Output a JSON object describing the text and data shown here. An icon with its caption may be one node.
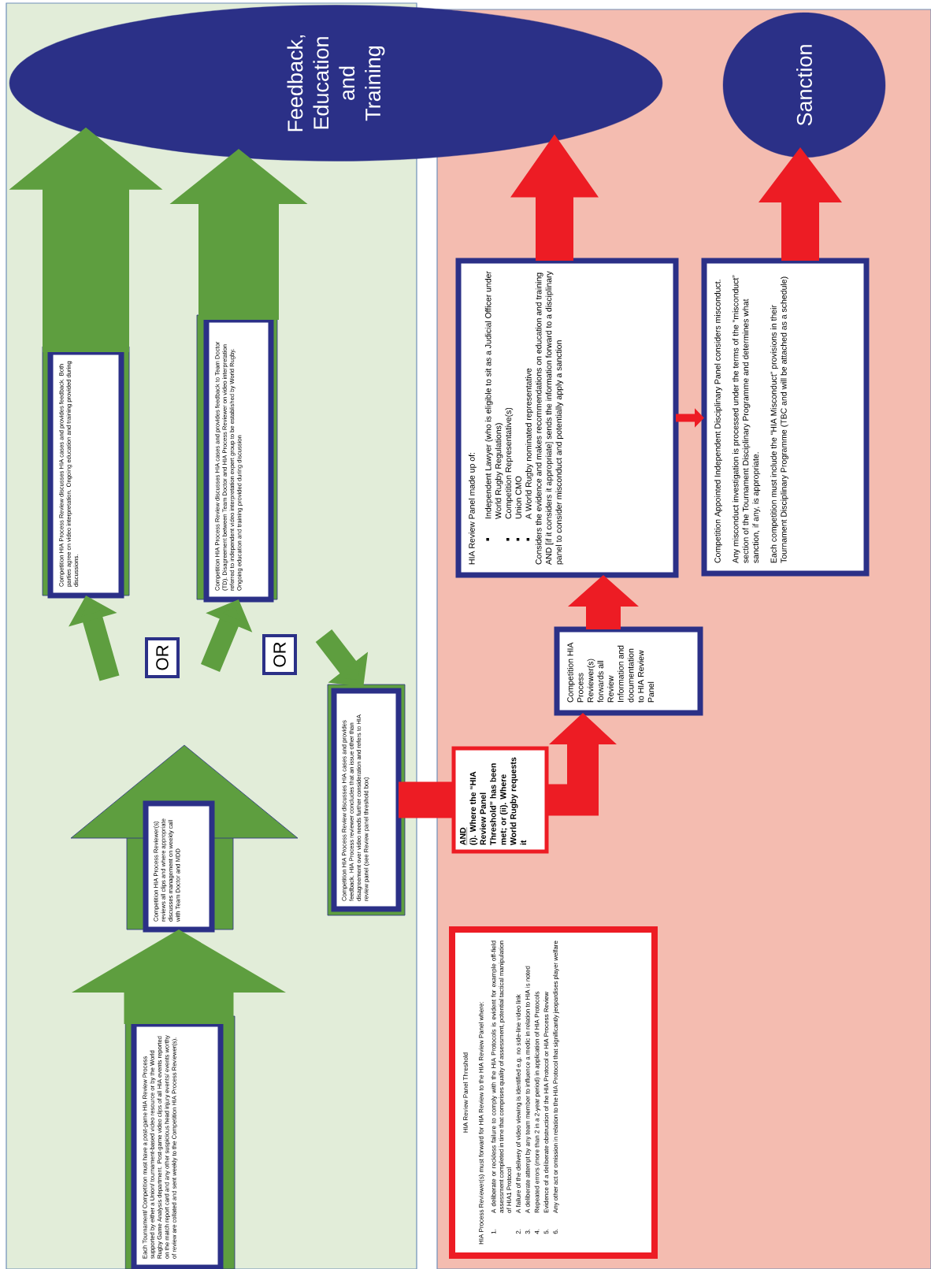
{
  "diagram": {
    "nodes": [
      {
        "text": [
          "Feedback, Education and Training"
        ]
      },
      {
        "text": [
          "Sanction"
        ]
      },
      {
        "text": [
          "Each Tournament/ Competition must have a post-game HIA Review Process supported by either a Union/ tournament-based video resource or by the World Rugby Game Analysis department. Post-game video clips of all HIA events reported on the match report card and any other suspicious head injury events/ events worthy of review are collated and sent weekly to the Competition HIA Process Reviewer(s)."
        ]
      },
      {
        "text": [
          "Competition HIA Process Reviewer(s) reviews all clips and where appropriate discusses management on weekly call with Team Doctor and MDD"
        ]
      },
      {
        "text": [
          "Competition HIA Process Review discusses HIA cases and provides feedback. Both parties agree on video interpretation. Ongoing education and training provided during discussions."
        ]
      },
      {
        "text": [
          "Competition HIA Process Review discusses HIA cases and provides feedback to Team Doctor (TD). Disagreement between Team Doctor and HIA Process Reviewer on video interpretation referred to independent video interpretation expert group to be established by World Rugby. Ongoing education and training provided during discussion"
        ]
      },
      {
        "text": [
          "Competition HIA Process Review discusses HIA cases and provides feedback. HIA Process reviewer concludes that an issue other than disagreement over video needs further consideration and refers to HIA review panel (see Review panel threshold box)"
        ]
      },
      {
        "text": [
          "AND",
          "(i). Where the “HIA Review Panel Threshold” has been met; or (ii). Where World Rugby requests it"
        ]
      },
      {
        "text": [
          "Competition HIA Process Reviewer(s) forwards all Review Information and documentation to HIA Review Panel"
        ]
      },
      {
        "text": [
          "HIA Review Panel made up of:",
          "Independent Lawyer (who is eligible to sit as a Judicial Officer under World Rugby Regulations)",
          "Competition Representative(s)",
          "Union CMO",
          "A World Rugby nominated representative",
          "Considers the evidence and makes recommendations on education and training AND [if it considers it appropriate] sends the information forward to a disciplinary panel to consider misconduct and potentially apply a sanction"
        ]
      },
      {
        "text": [
          "Competition Appointed Independent Disciplinary Panel considers misconduct.",
          "Any misconduct investigation is processed under the terms of the “misconduct” section of the Tournament Disciplinary Programme and determines what sanction, if any, is appropriate.",
          "Each competition must include the “HIA Misconduct” provisions in their Tournament Disciplinary Programme (TBC and will be attached as a schedule)"
        ]
      },
      {
        "text": [
          "HIA Review Panel Threshold",
          "HIA Process Reviewer(s) must forward for HIA Review to the HIA Review Panel where:",
          "1.",
          "A deliberate or reckless failure to comply with the HIA Protocols is evident for example off-field assessment completed in time that comprises quality of assessment, potential tactical manipulation of HIA1 Protocol",
          "2.",
          "A failure of the delivery of video viewing is identified e.g. no side-line video link",
          "3.",
          "A deliberate attempt by any team member to influence a medic in relation to HIA is noted",
          "4.",
          "Repeated errors (more than 2 in a 2-year period) in application of HIA Protocols",
          "5.",
          "Evidence of a deliberate obstruction of the HIA Protocol or HIA Process Review",
          "6.",
          "Any other act or omission in relation to the HIA Protocol that significantly jeopardises player welfare"
        ]
      },
      {
        "text": [
          "OR"
        ]
      },
      {
        "text": [
          "OR"
        ]
      }
    ],
    "edges": [
      {
        "from": 2,
        "to": 3,
        "arrow": "to",
        "style": "thick",
        "color": "#5e9e3f"
      },
      {
        "from": null,
        "to": 4,
        "arrow": "to",
        "color": "#5e9e3f"
      },
      {
        "from": null,
        "to": 5,
        "arrow": "to",
        "color": "#5e9e3f"
      },
      {
        "from": null,
        "to": 6,
        "arrow": "to",
        "color": "#5e9e3f"
      },
      {
        "from": 6,
        "to": 7,
        "arrow": "none",
        "color": "#ed1c24"
      },
      {
        "from": 7,
        "to": 8,
        "arrow": "to",
        "color": "#ed1c24"
      },
      {
        "from": 8,
        "to": 9,
        "arrow": "to",
        "color": "#ed1c24"
      },
      {
        "from": 9,
        "to": 10,
        "arrow": "to",
        "color": "#ed1c24"
      },
      {
        "from": 9,
        "to": 0,
        "arrow": "to",
        "color": "#ed1c24"
      },
      {
        "from": 10,
        "to": 1,
        "arrow": "to",
        "color": "#ed1c24"
      },
      {
        "from": 4,
        "to": 0,
        "arrow": "to",
        "style": "thick",
        "color": "#5e9e3f"
      },
      {
        "from": 5,
        "to": 0,
        "arrow": "to",
        "style": "thick",
        "color": "#5e9e3f"
      }
    ]
  }
}
